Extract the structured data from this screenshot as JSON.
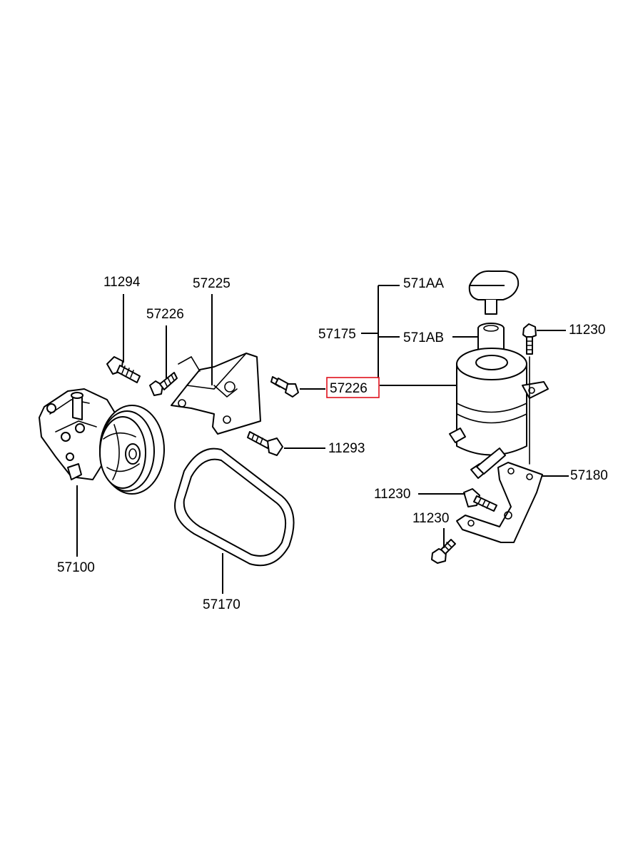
{
  "labels": {
    "p11294": "11294",
    "p57225": "57225",
    "p57226_top": "57226",
    "p571AA": "571AA",
    "p57175": "57175",
    "p571AB": "571AB",
    "p11230_top": "11230",
    "p57226_highlight": "57226",
    "p11293": "11293",
    "p57180": "57180",
    "p11230_mid": "11230",
    "p11230_low": "11230",
    "p57100": "57100",
    "p57170": "57170"
  },
  "highlight": {
    "part": "57226",
    "color": "#e0101c"
  }
}
